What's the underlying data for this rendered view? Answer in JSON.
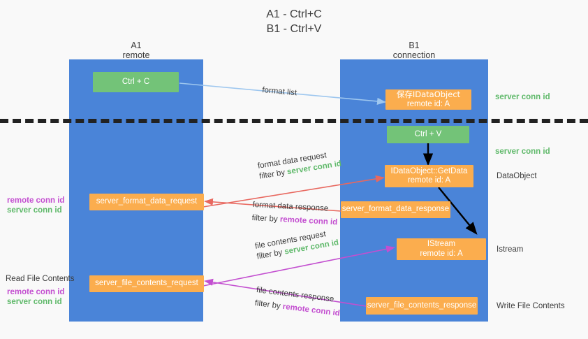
{
  "title": {
    "line1": "A1 - Ctrl+C",
    "line2": "B1 - Ctrl+V"
  },
  "colors": {
    "column": "#4a84d8",
    "node_orange": "#fbad4e",
    "node_green": "#73c378",
    "server_conn_id": "#5fb96a",
    "remote_conn_id": "#c34fd0",
    "arrow_blue": "#9ec7ef",
    "arrow_red": "#e8685f",
    "arrow_magenta": "#c34fd0",
    "arrow_black": "#000000",
    "divider": "#222222",
    "background": "#f9f9f9"
  },
  "columns": [
    {
      "name": "A1",
      "sub": "remote"
    },
    {
      "name": "B1",
      "sub": "connection"
    }
  ],
  "nodes": {
    "ctrl_c": "Ctrl + C",
    "ctrl_v": "Ctrl + V",
    "save_idataobject": {
      "line1": "保存IDataObject",
      "line2": "remote id: A"
    },
    "getdata": {
      "line1": "IDataObject::GetData",
      "line2": "remote id: A"
    },
    "istream": {
      "line1": "IStream",
      "line2": "remote id: A"
    },
    "server_format_data_request": "server_format_data_request",
    "server_format_data_response": "server_format_data_response",
    "server_file_contents_request": "server_file_contents_request",
    "server_file_contents_response": "server_file_contents_response"
  },
  "right_labels": {
    "server_conn_id_top": "server conn id",
    "server_conn_id_mid": "server conn id",
    "dataobject": "DataObject",
    "istream": "Istream",
    "write_file_contents": "Write File Contents"
  },
  "left_labels": {
    "format_remote": "remote conn id",
    "format_server": "server conn id",
    "read_file_contents": "Read File Contents",
    "file_remote": "remote conn id",
    "file_server": "server conn id"
  },
  "arrow_labels": {
    "format_list": "format list",
    "format_data_request": "format data request",
    "format_data_request_filter_prefix": "filter by ",
    "format_data_request_filter_value": "server conn id",
    "format_data_response": "format data response",
    "format_data_response_filter_prefix": "filter by ",
    "format_data_response_filter_value": "remote conn id",
    "file_contents_request": "file contents request",
    "file_contents_request_filter_prefix": "filter by ",
    "file_contents_request_filter_value": "server conn id",
    "file_contents_response": "file contents response",
    "file_contents_response_filter_prefix": "filter by ",
    "file_contents_response_filter_value": "remote conn id"
  }
}
